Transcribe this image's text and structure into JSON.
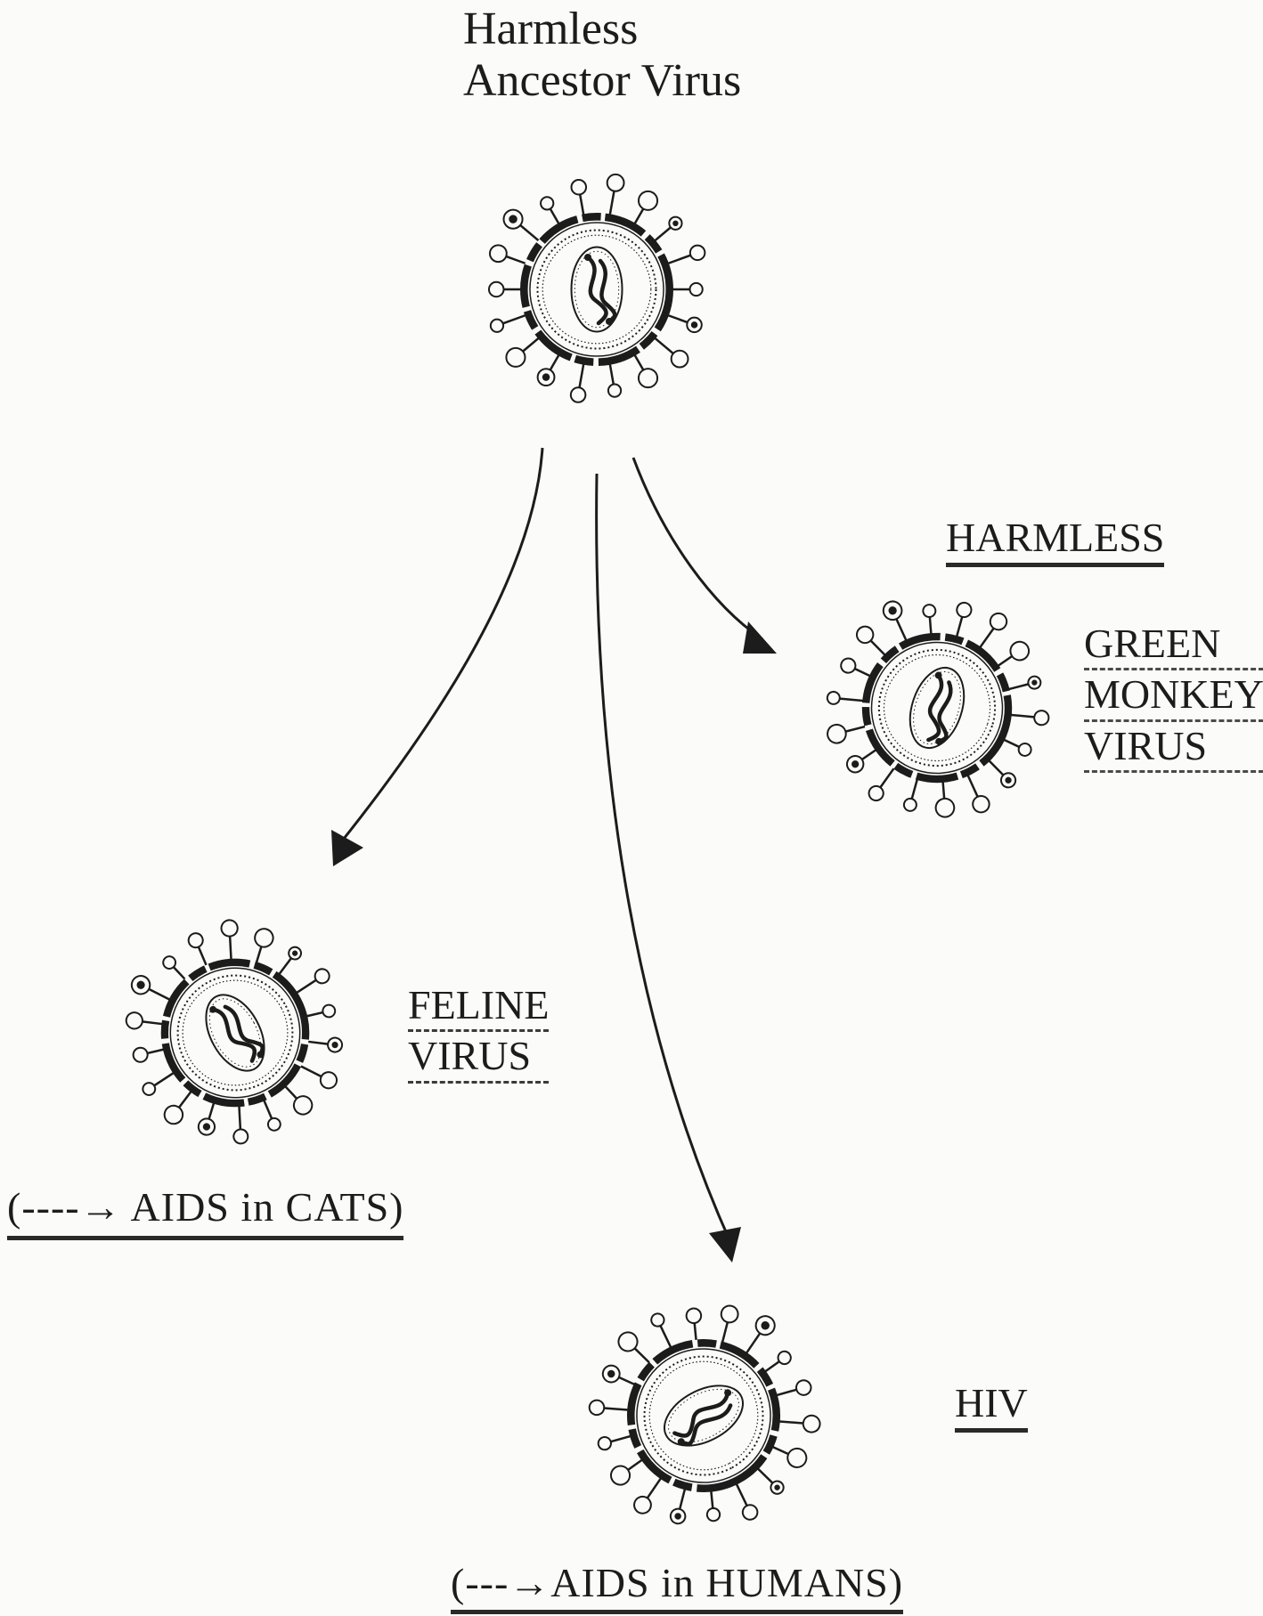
{
  "diagram": {
    "ancestor": {
      "title_line1": "Harmless",
      "title_line2": "Ancestor Virus"
    },
    "green_monkey": {
      "tag": "HARMLESS",
      "name_line1": "GREEN",
      "name_line2": "MONKEY",
      "name_line3": "VIRUS"
    },
    "feline": {
      "name_line1": "FELINE",
      "name_line2": "VIRUS",
      "note": "(----→ AIDS  in  CATS)"
    },
    "hiv": {
      "name": "HIV",
      "note": "(---→AIDS  in  HUMANS)"
    }
  },
  "colors": {
    "ink": "#1c1c1c",
    "paper": "#fbfbf9"
  }
}
